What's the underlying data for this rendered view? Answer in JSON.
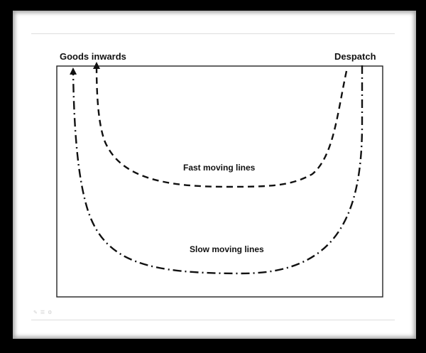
{
  "labels": {
    "goods_inwards": "Goods inwards",
    "despatch": "Despatch",
    "fast_lines": "Fast moving lines",
    "slow_lines": "Slow moving lines"
  },
  "toolbar": {
    "pen_icon": "pen-icon",
    "menu_icon": "menu-icon",
    "settings_icon": "settings-icon"
  },
  "colors": {
    "frame": "#000000",
    "line": "#111111"
  }
}
